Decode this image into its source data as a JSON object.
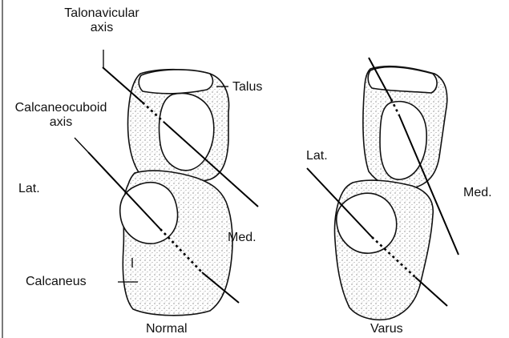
{
  "labels": {
    "talonavicular_axis": [
      "Talonavicular",
      "axis"
    ],
    "calcaneocuboid_axis": [
      "Calcaneocuboid",
      "axis"
    ],
    "talus": "Talus",
    "lat_left": "Lat.",
    "med_left": "Med.",
    "calcaneus": "Calcaneus",
    "normal": "Normal",
    "lat_right": "Lat.",
    "med_right": "Med.",
    "varus": "Varus"
  }
}
